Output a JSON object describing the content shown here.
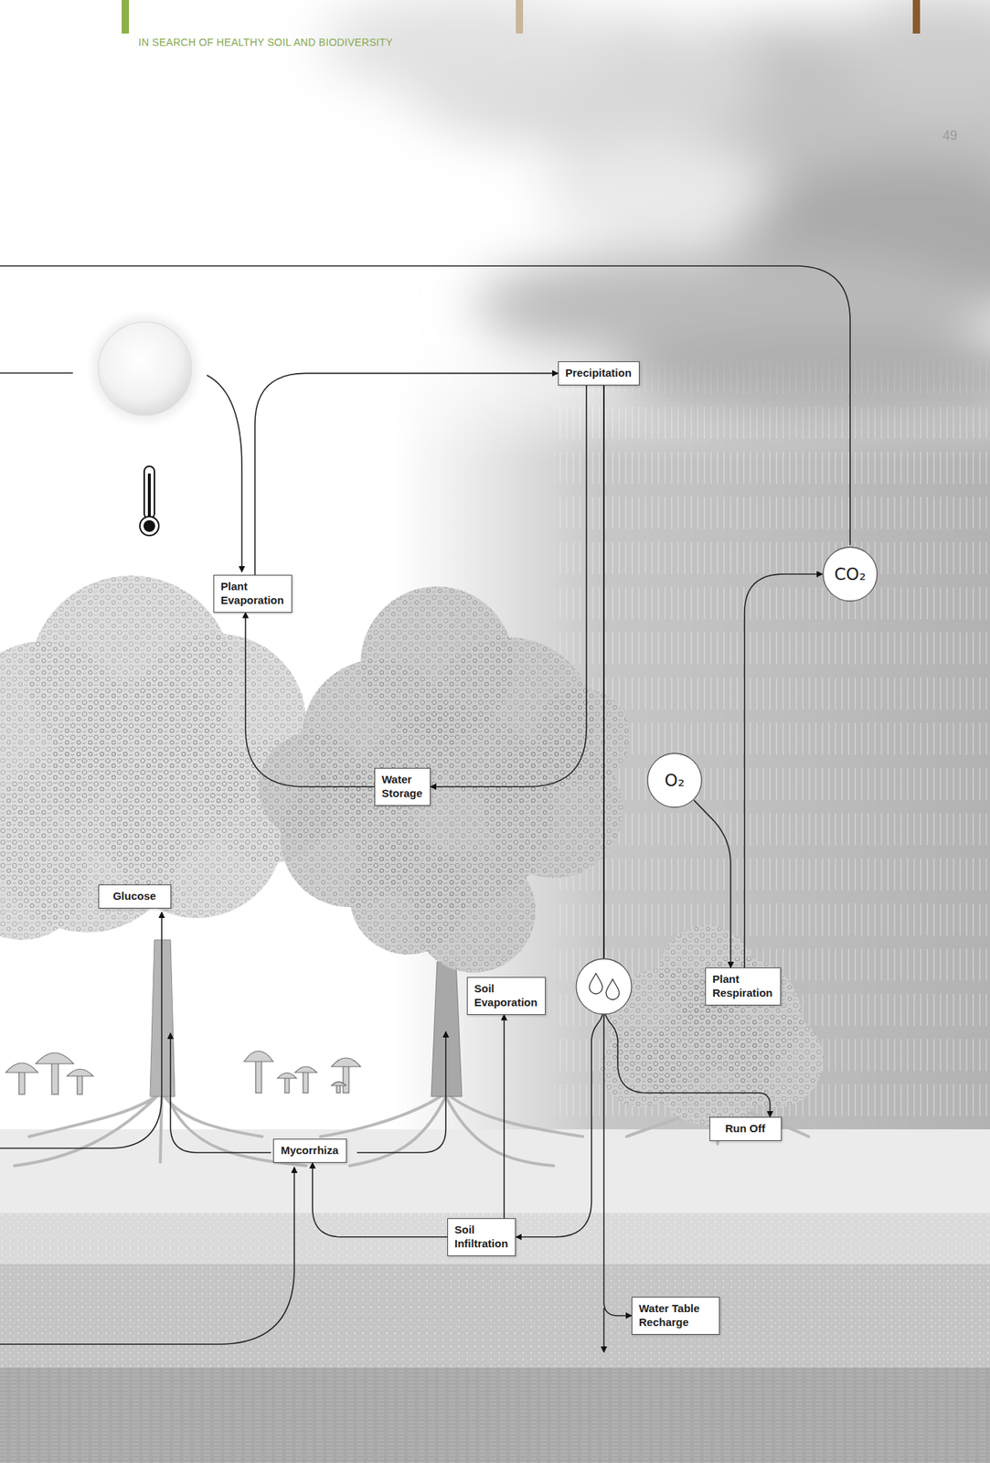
{
  "diagram": {
    "nodes": [
      {
        "text": [
          "Precipitation"
        ]
      },
      {
        "text": [
          "CO₂"
        ]
      },
      {
        "text": [
          "Plant Evaporation"
        ]
      },
      {
        "text": [
          "Water Storage"
        ]
      },
      {
        "text": [
          "O₂"
        ]
      },
      {
        "text": [
          "Glucose"
        ]
      },
      {
        "text": [
          "Soil Evaporation"
        ]
      },
      {
        "text": [
          "Plant Respiration"
        ]
      },
      {
        "text": [
          "Run Off"
        ]
      },
      {
        "text": [
          "Mycorrhiza"
        ]
      },
      {
        "text": [
          "Soil Infiltration"
        ]
      },
      {
        "text": [
          "Water Table Recharge"
        ]
      }
    ],
    "edges": [
      {
        "from": 2,
        "to": 0,
        "arrow": "to"
      },
      {
        "from": 3,
        "to": 2,
        "arrow": "to"
      },
      {
        "from": 0,
        "to": 3,
        "arrow": "to"
      },
      {
        "from": 0,
        "to": 10,
        "arrow": "to"
      },
      {
        "from": 0,
        "to": 8,
        "arrow": "to"
      },
      {
        "from": 0,
        "to": 11,
        "arrow": "to"
      },
      {
        "from": 4,
        "to": 7,
        "arrow": "to"
      },
      {
        "from": 7,
        "to": 1,
        "arrow": "to"
      },
      {
        "from": 10,
        "to": 6,
        "arrow": "to"
      },
      {
        "from": 10,
        "to": 9,
        "arrow": "to"
      }
    ],
    "labels": [
      "IN SEARCH OF HEALTHY SOIL AND BIODIVERSITY",
      "49"
    ]
  }
}
